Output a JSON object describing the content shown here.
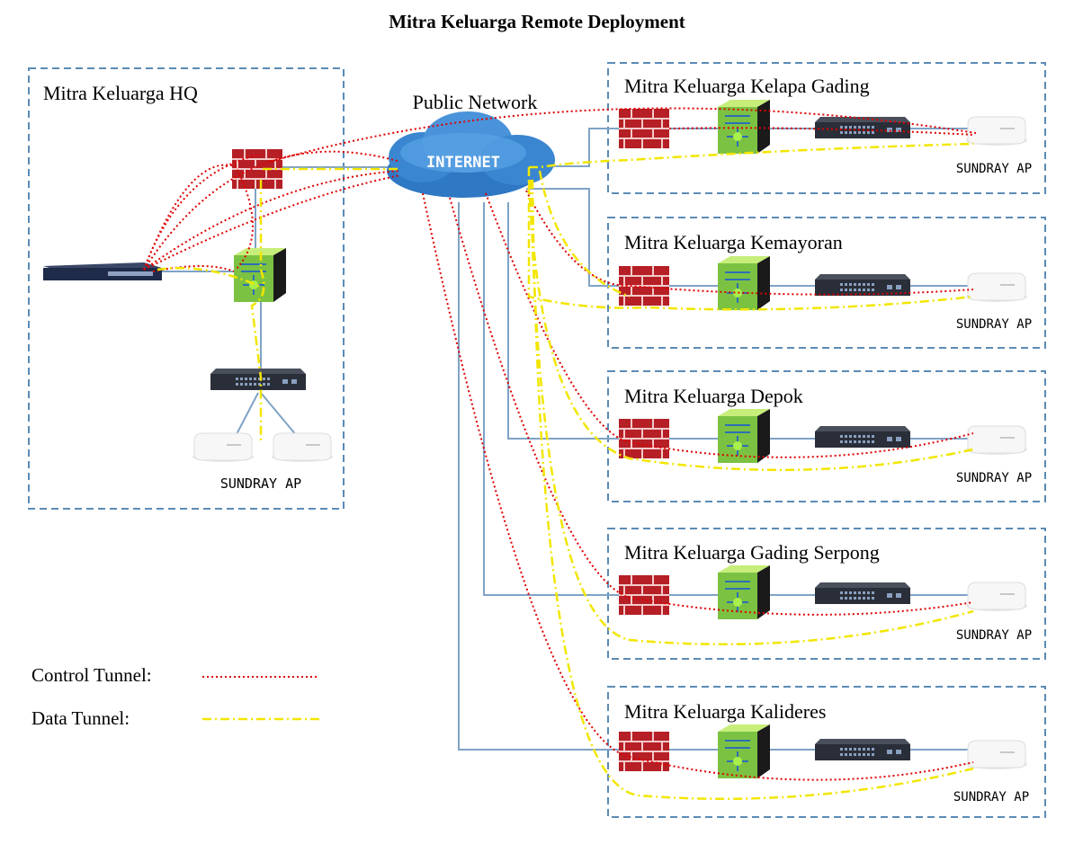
{
  "title": "Mitra Keluarga Remote Deployment",
  "hq": {
    "label": "Mitra Keluarga HQ",
    "ap_label": "SUNDRAY AP"
  },
  "internet": {
    "caption": "Public Network",
    "cloud_text": "INTERNET"
  },
  "branches": [
    {
      "name": "Mitra Keluarga Kelapa Gading",
      "ap_label": "SUNDRAY AP"
    },
    {
      "name": "Mitra Keluarga Kemayoran",
      "ap_label": "SUNDRAY AP"
    },
    {
      "name": "Mitra Keluarga Depok",
      "ap_label": "SUNDRAY AP"
    },
    {
      "name": "Mitra Keluarga Gading Serpong",
      "ap_label": "SUNDRAY AP"
    },
    {
      "name": "Mitra Keluarga Kalideres",
      "ap_label": "SUNDRAY AP"
    }
  ],
  "legend": {
    "control_label": "Control Tunnel:",
    "data_label": "Data Tunnel:"
  },
  "colors": {
    "box_border": "#5b8bb5",
    "link": "#7fa3c6",
    "control_tunnel": "#e00000",
    "data_tunnel": "#f2e600",
    "firewall_brick": "#c9252c",
    "core_switch_top": "#9fd94a",
    "cloud": "#2f78c4"
  },
  "icons": [
    "firewall-icon",
    "core-switch-icon",
    "access-switch-icon",
    "access-point-icon",
    "controller-appliance-icon",
    "internet-cloud-icon"
  ]
}
